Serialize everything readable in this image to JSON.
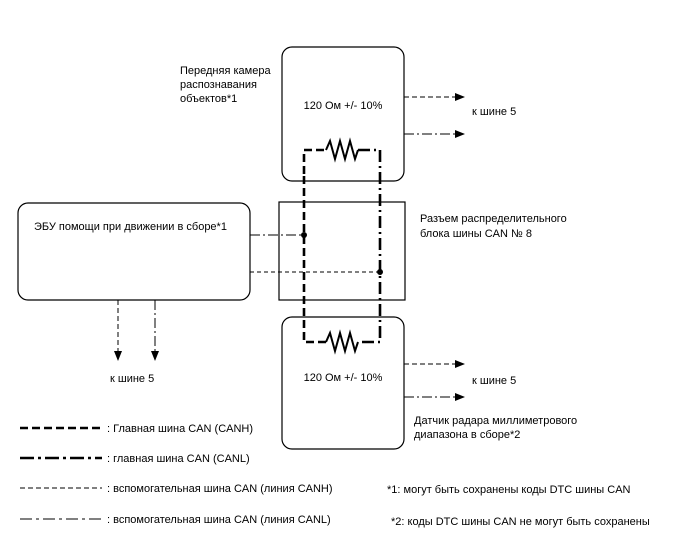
{
  "camera": {
    "label_lines": [
      "Передняя камера",
      "распознавания",
      "объектов*1"
    ],
    "resistance": "120 Ом +/- 10%"
  },
  "radar": {
    "label_lines": [
      "Датчик радара миллиметрового",
      "диапазона в сборе*2"
    ],
    "resistance": "120 Ом +/- 10%"
  },
  "ecu": {
    "label": "ЭБУ помощи при движении в сборе*1"
  },
  "junction": {
    "label_lines": [
      "Разъем распределительного",
      "блока шины CAN № 8"
    ]
  },
  "bus_refs": {
    "camera": "к шине 5",
    "ecu": "к шине 5",
    "radar": "к шине 5"
  },
  "legend": [
    {
      "style": "main-canh",
      "label": ": Главная шина CAN (CANH)"
    },
    {
      "style": "main-canl",
      "label": ": главная шина CAN (CANL)"
    },
    {
      "style": "aux-canh",
      "label": ": вспомогательная шина CAN (линия CANH)"
    },
    {
      "style": "aux-canl",
      "label": ": вспомогательная шина CAN (линия CANL)"
    }
  ],
  "notes": [
    "*1: могут быть сохранены коды DTC шины CAN",
    "*2: коды DTC шины CAN не могут быть сохранены"
  ]
}
